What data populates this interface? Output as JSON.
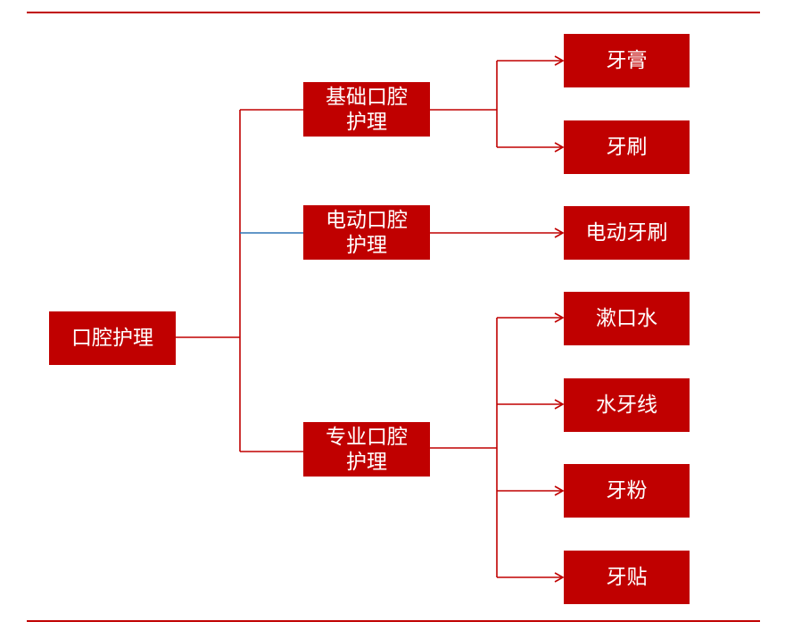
{
  "diagram": {
    "root": {
      "label": "口腔护理"
    },
    "categories": [
      {
        "line1": "基础口腔",
        "line2": "护理"
      },
      {
        "line1": "电动口腔",
        "line2": "护理"
      },
      {
        "line1": "专业口腔",
        "line2": "护理"
      }
    ],
    "products": [
      {
        "label": "牙膏"
      },
      {
        "label": "牙刷"
      },
      {
        "label": "电动牙刷"
      },
      {
        "label": "漱口水"
      },
      {
        "label": "水牙线"
      },
      {
        "label": "牙粉"
      },
      {
        "label": "牙贴"
      }
    ],
    "colors": {
      "box": "#c00000",
      "connector": "#c00000",
      "accent_connector": "#2e75b6",
      "text": "#ffffff"
    }
  }
}
